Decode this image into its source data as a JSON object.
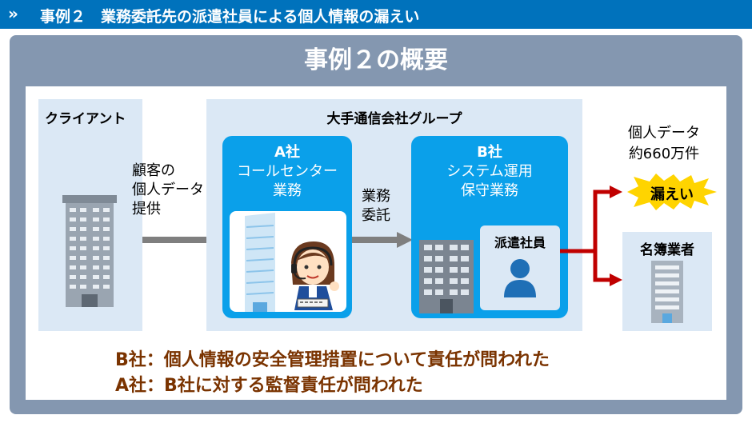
{
  "header": {
    "chevron": "»",
    "title": "事例２　業務委託先の派遣社員による個人情報の漏えい"
  },
  "panel": {
    "title": "事例２の概要"
  },
  "client": {
    "label": "クライアント"
  },
  "flow1": {
    "line1": "顧客の",
    "line2": "個人データ",
    "line3": "提供"
  },
  "group": {
    "label": "大手通信会社グループ"
  },
  "company_a": {
    "name": "A社",
    "role1": "コールセンター",
    "role2": "業務"
  },
  "flow2": {
    "line1": "業務",
    "line2": "委託"
  },
  "company_b": {
    "name": "B社",
    "role1": "システム運用",
    "role2": "保守業務",
    "dispatch": "派遣社員"
  },
  "leak": {
    "count1": "個人データ",
    "count2": "約660万件",
    "burst": "漏えい"
  },
  "broker": {
    "label": "名簿業者"
  },
  "findings": [
    {
      "text": "B社：個人情報の安全管理措置について責任が問われた"
    },
    {
      "text": "A社：B社に対する監督責任が問われた"
    }
  ],
  "colors": {
    "header": "#0072bc",
    "frame": "#8497b0",
    "company_box": "#0aa0ea",
    "light_box": "#dbe8f5",
    "arrow_gray": "#7f7f7f",
    "arrow_red": "#c00000",
    "burst": "#ffd400",
    "finding_text": "#7a3300"
  }
}
